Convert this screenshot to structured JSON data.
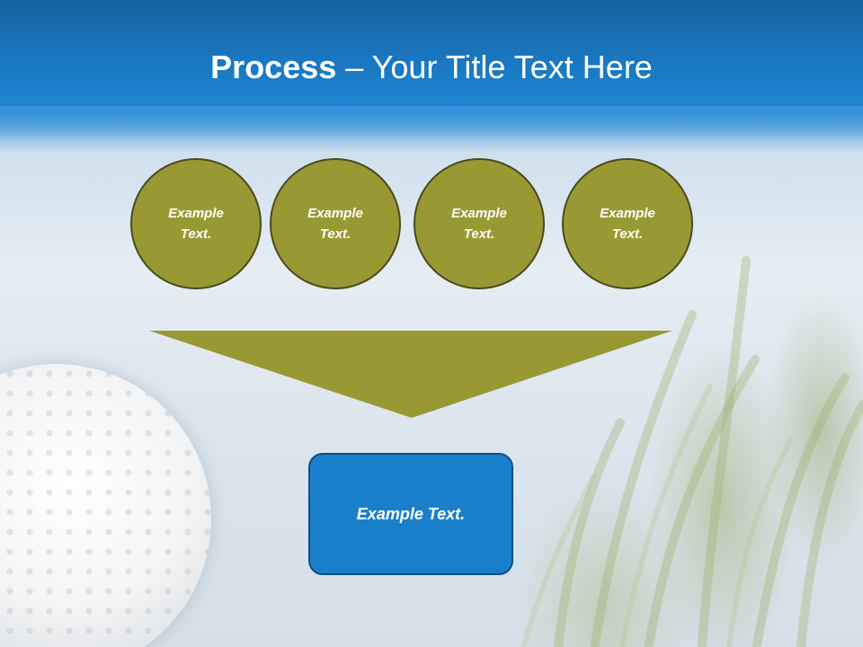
{
  "slide": {
    "title_bold": "Process",
    "title_rest": " – Your Title Text Here",
    "colors": {
      "header_blue": "#1a78c2",
      "circle_olive": "#999933",
      "box_blue": "#1a7fcb"
    }
  },
  "circles": [
    {
      "label": "Example Text."
    },
    {
      "label": "Example Text."
    },
    {
      "label": "Example Text."
    },
    {
      "label": "Example Text."
    }
  ],
  "result": {
    "label": "Example Text."
  },
  "background": {
    "image": "golf-ball-and-grass"
  }
}
